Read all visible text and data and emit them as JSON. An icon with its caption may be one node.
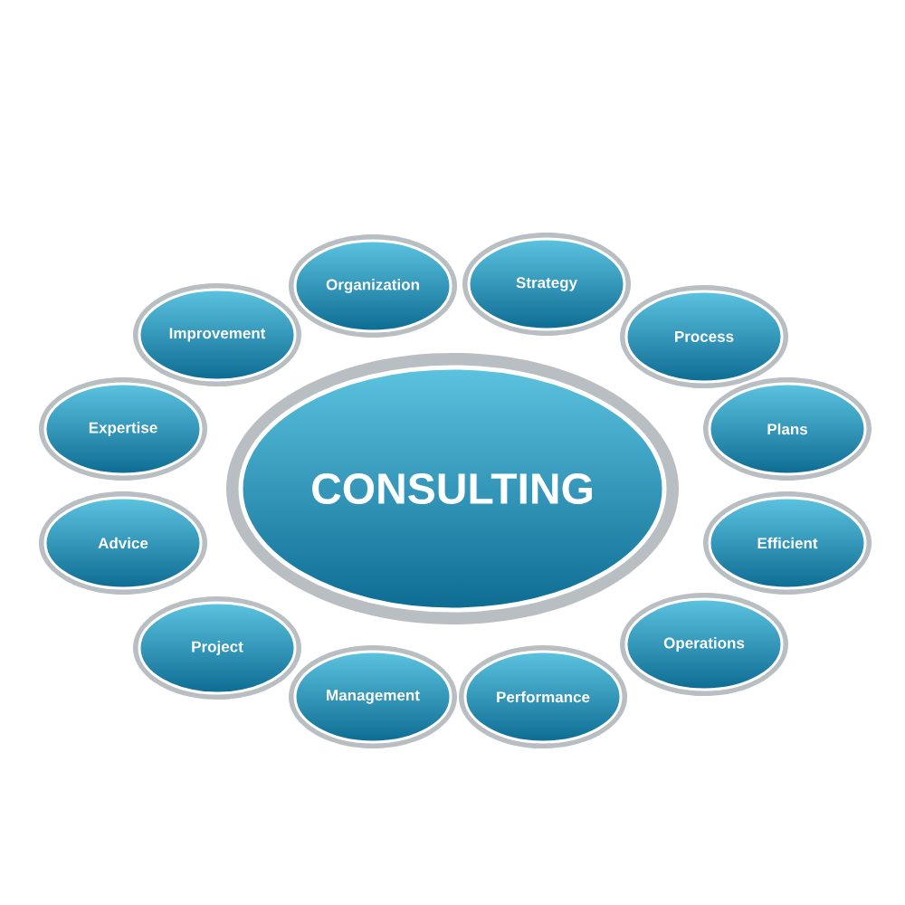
{
  "diagram": {
    "nodes": [
      {
        "text": [
          "CONSULTING"
        ]
      },
      {
        "text": [
          "Organization"
        ]
      },
      {
        "text": [
          "Strategy"
        ]
      },
      {
        "text": [
          "Improvement"
        ]
      },
      {
        "text": [
          "Process"
        ]
      },
      {
        "text": [
          "Expertise"
        ]
      },
      {
        "text": [
          "Plans"
        ]
      },
      {
        "text": [
          "Advice"
        ]
      },
      {
        "text": [
          "Efficient"
        ]
      },
      {
        "text": [
          "Operations"
        ]
      },
      {
        "text": [
          "Project"
        ]
      },
      {
        "text": [
          "Management"
        ]
      },
      {
        "text": [
          "Performance"
        ]
      }
    ]
  }
}
